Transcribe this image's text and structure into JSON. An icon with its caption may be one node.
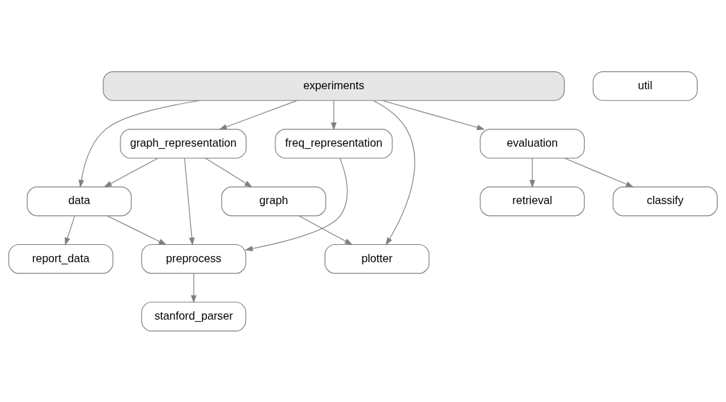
{
  "diagram": {
    "nodes": [
      {
        "text": [
          "experiments"
        ]
      },
      {
        "text": [
          "stanford_parser"
        ]
      },
      {
        "text": [
          "classify"
        ]
      },
      {
        "text": [
          "preprocess"
        ]
      },
      {
        "text": [
          "freq_representation"
        ]
      },
      {
        "text": [
          "evaluation"
        ]
      },
      {
        "text": [
          "data"
        ]
      },
      {
        "text": [
          "graph_representation"
        ]
      },
      {
        "text": [
          "retrieval"
        ]
      },
      {
        "text": [
          "report_data"
        ]
      },
      {
        "text": [
          "graph"
        ]
      },
      {
        "text": [
          "plotter"
        ]
      },
      {
        "text": [
          "util"
        ]
      }
    ],
    "edges": [
      {
        "from": 0,
        "to": 4,
        "arrow": "to"
      },
      {
        "from": 0,
        "to": 7,
        "arrow": "to"
      },
      {
        "from": 0,
        "to": 6,
        "arrow": "to"
      },
      {
        "from": 0,
        "to": 11,
        "arrow": "to"
      },
      {
        "from": 0,
        "to": 5,
        "arrow": "to"
      },
      {
        "from": 3,
        "to": 1,
        "arrow": "to"
      },
      {
        "from": 4,
        "to": 3,
        "arrow": "to"
      },
      {
        "from": 7,
        "to": 3,
        "arrow": "to"
      },
      {
        "from": 7,
        "to": 6,
        "arrow": "to"
      },
      {
        "from": 6,
        "to": 3,
        "arrow": "to"
      },
      {
        "from": 6,
        "to": 9,
        "arrow": "to"
      },
      {
        "from": 7,
        "to": 10,
        "arrow": "to"
      },
      {
        "from": 10,
        "to": 11,
        "arrow": "to"
      },
      {
        "from": 5,
        "to": 2,
        "arrow": "to"
      },
      {
        "from": 5,
        "to": 8,
        "arrow": "to"
      }
    ]
  }
}
